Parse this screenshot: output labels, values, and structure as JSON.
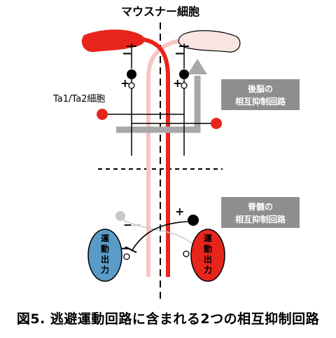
{
  "title": "マウスナー細胞",
  "cell_label": "Ta1/Ta2細胞",
  "boxes": [
    {
      "line1": "後脳の",
      "line2": "相互抑制回路"
    },
    {
      "line1": "脊髄の",
      "line2": "相互抑制回路"
    }
  ],
  "motor_left": [
    "運",
    "動",
    "出",
    "力"
  ],
  "motor_right": [
    "運",
    "動",
    "出",
    "力"
  ],
  "signs": {
    "minus": "−",
    "plus": "+"
  },
  "caption": "図5. 逃避運動回路に含まれる2つの相互抑制回路",
  "colors": {
    "red": "#e8251c",
    "pink": "#f5c6c4",
    "gray": "#a8a8a8",
    "blue": "#5a9bc8",
    "box": "#8e8e8e"
  }
}
